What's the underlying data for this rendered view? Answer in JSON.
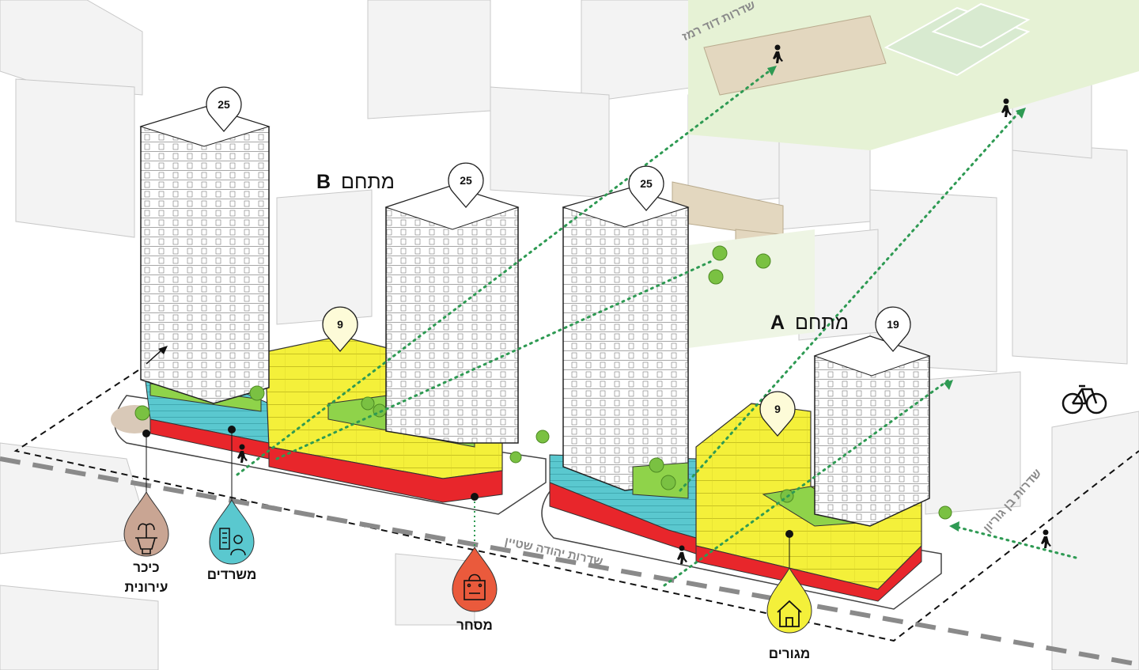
{
  "zones": [
    {
      "name": "מתחם",
      "letter": "B"
    },
    {
      "name": "מתחם",
      "letter": "A"
    }
  ],
  "floor_pins": [
    {
      "id": "b-tower-1",
      "floors": "25"
    },
    {
      "id": "b-tower-2",
      "floors": "25"
    },
    {
      "id": "a-tower-1",
      "floors": "25"
    },
    {
      "id": "a-tower-2",
      "floors": "19"
    },
    {
      "id": "b-podium",
      "floors": "9"
    },
    {
      "id": "a-podium",
      "floors": "9"
    }
  ],
  "legend": [
    {
      "id": "urban-square",
      "lines": [
        "כיכר",
        "עירונית"
      ],
      "color": "#c9a593",
      "icon": "fountain-icon"
    },
    {
      "id": "offices",
      "lines": [
        "משרדים"
      ],
      "color": "#5ac8cf",
      "icon": "office-worker-icon"
    },
    {
      "id": "retail",
      "lines": [
        "מסחר"
      ],
      "color": "#ea5a3c",
      "icon": "shopping-bag-icon"
    },
    {
      "id": "residential",
      "lines": [
        "מגורים"
      ],
      "color": "#f4f03a",
      "icon": "house-icon"
    }
  ],
  "streets": [
    {
      "id": "david-remez",
      "label": "שדרות דוד רמז"
    },
    {
      "id": "ben-gurion",
      "label": "שדרות בן גוריון"
    },
    {
      "id": "yehuda-stein",
      "label": "שדרות יהודה שטיין"
    }
  ],
  "colors": {
    "residential": "#f4f03a",
    "offices": "#5ac8cf",
    "retail": "#e8262b",
    "green_roof": "#8fd34a",
    "tower": "#ffffff",
    "path": "#1f9a4a"
  }
}
